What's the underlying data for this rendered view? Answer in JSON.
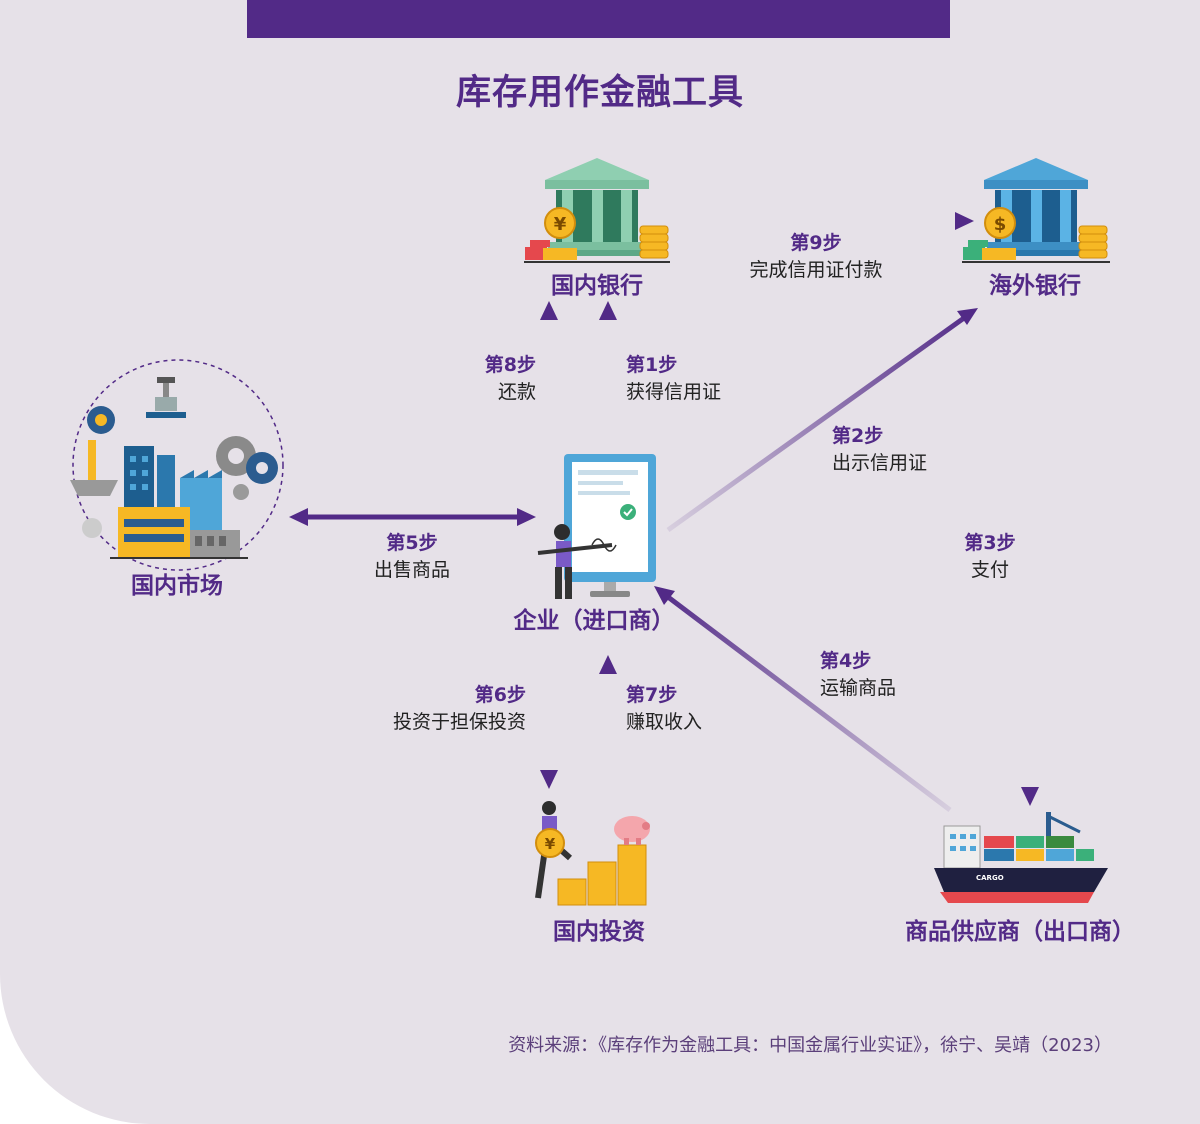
{
  "title": "库存用作金融工具",
  "nodes": {
    "domestic_bank": "国内银行",
    "overseas_bank": "海外银行",
    "domestic_market": "国内市场",
    "enterprise": "企业（进口商）",
    "domestic_investment": "国内投资",
    "supplier": "商品供应商（出口商）"
  },
  "steps": [
    {
      "num": "第1步",
      "text": "获得信用证"
    },
    {
      "num": "第2步",
      "text": "出示信用证"
    },
    {
      "num": "第3步",
      "text": "支付"
    },
    {
      "num": "第4步",
      "text": "运输商品"
    },
    {
      "num": "第5步",
      "text": "出售商品"
    },
    {
      "num": "第6步",
      "text": "投资于担保投资"
    },
    {
      "num": "第7步",
      "text": "赚取收入"
    },
    {
      "num": "第8步",
      "text": "还款"
    },
    {
      "num": "第9步",
      "text": "完成信用证付款"
    }
  ],
  "icons": {
    "domestic_bank_currency": "¥",
    "overseas_bank_currency": "$",
    "ship_text": "CARGO",
    "coin_symbol": "¥"
  },
  "colors": {
    "accent": "#522a87",
    "background": "#e6e1e8",
    "coin": "#f6b824",
    "bank_green": "#8fcfb1",
    "bank_blue": "#4fa6d8"
  },
  "source": "资料来源：《库存作为金融工具：中国金属行业实证》，徐宁、吴靖（2023）"
}
